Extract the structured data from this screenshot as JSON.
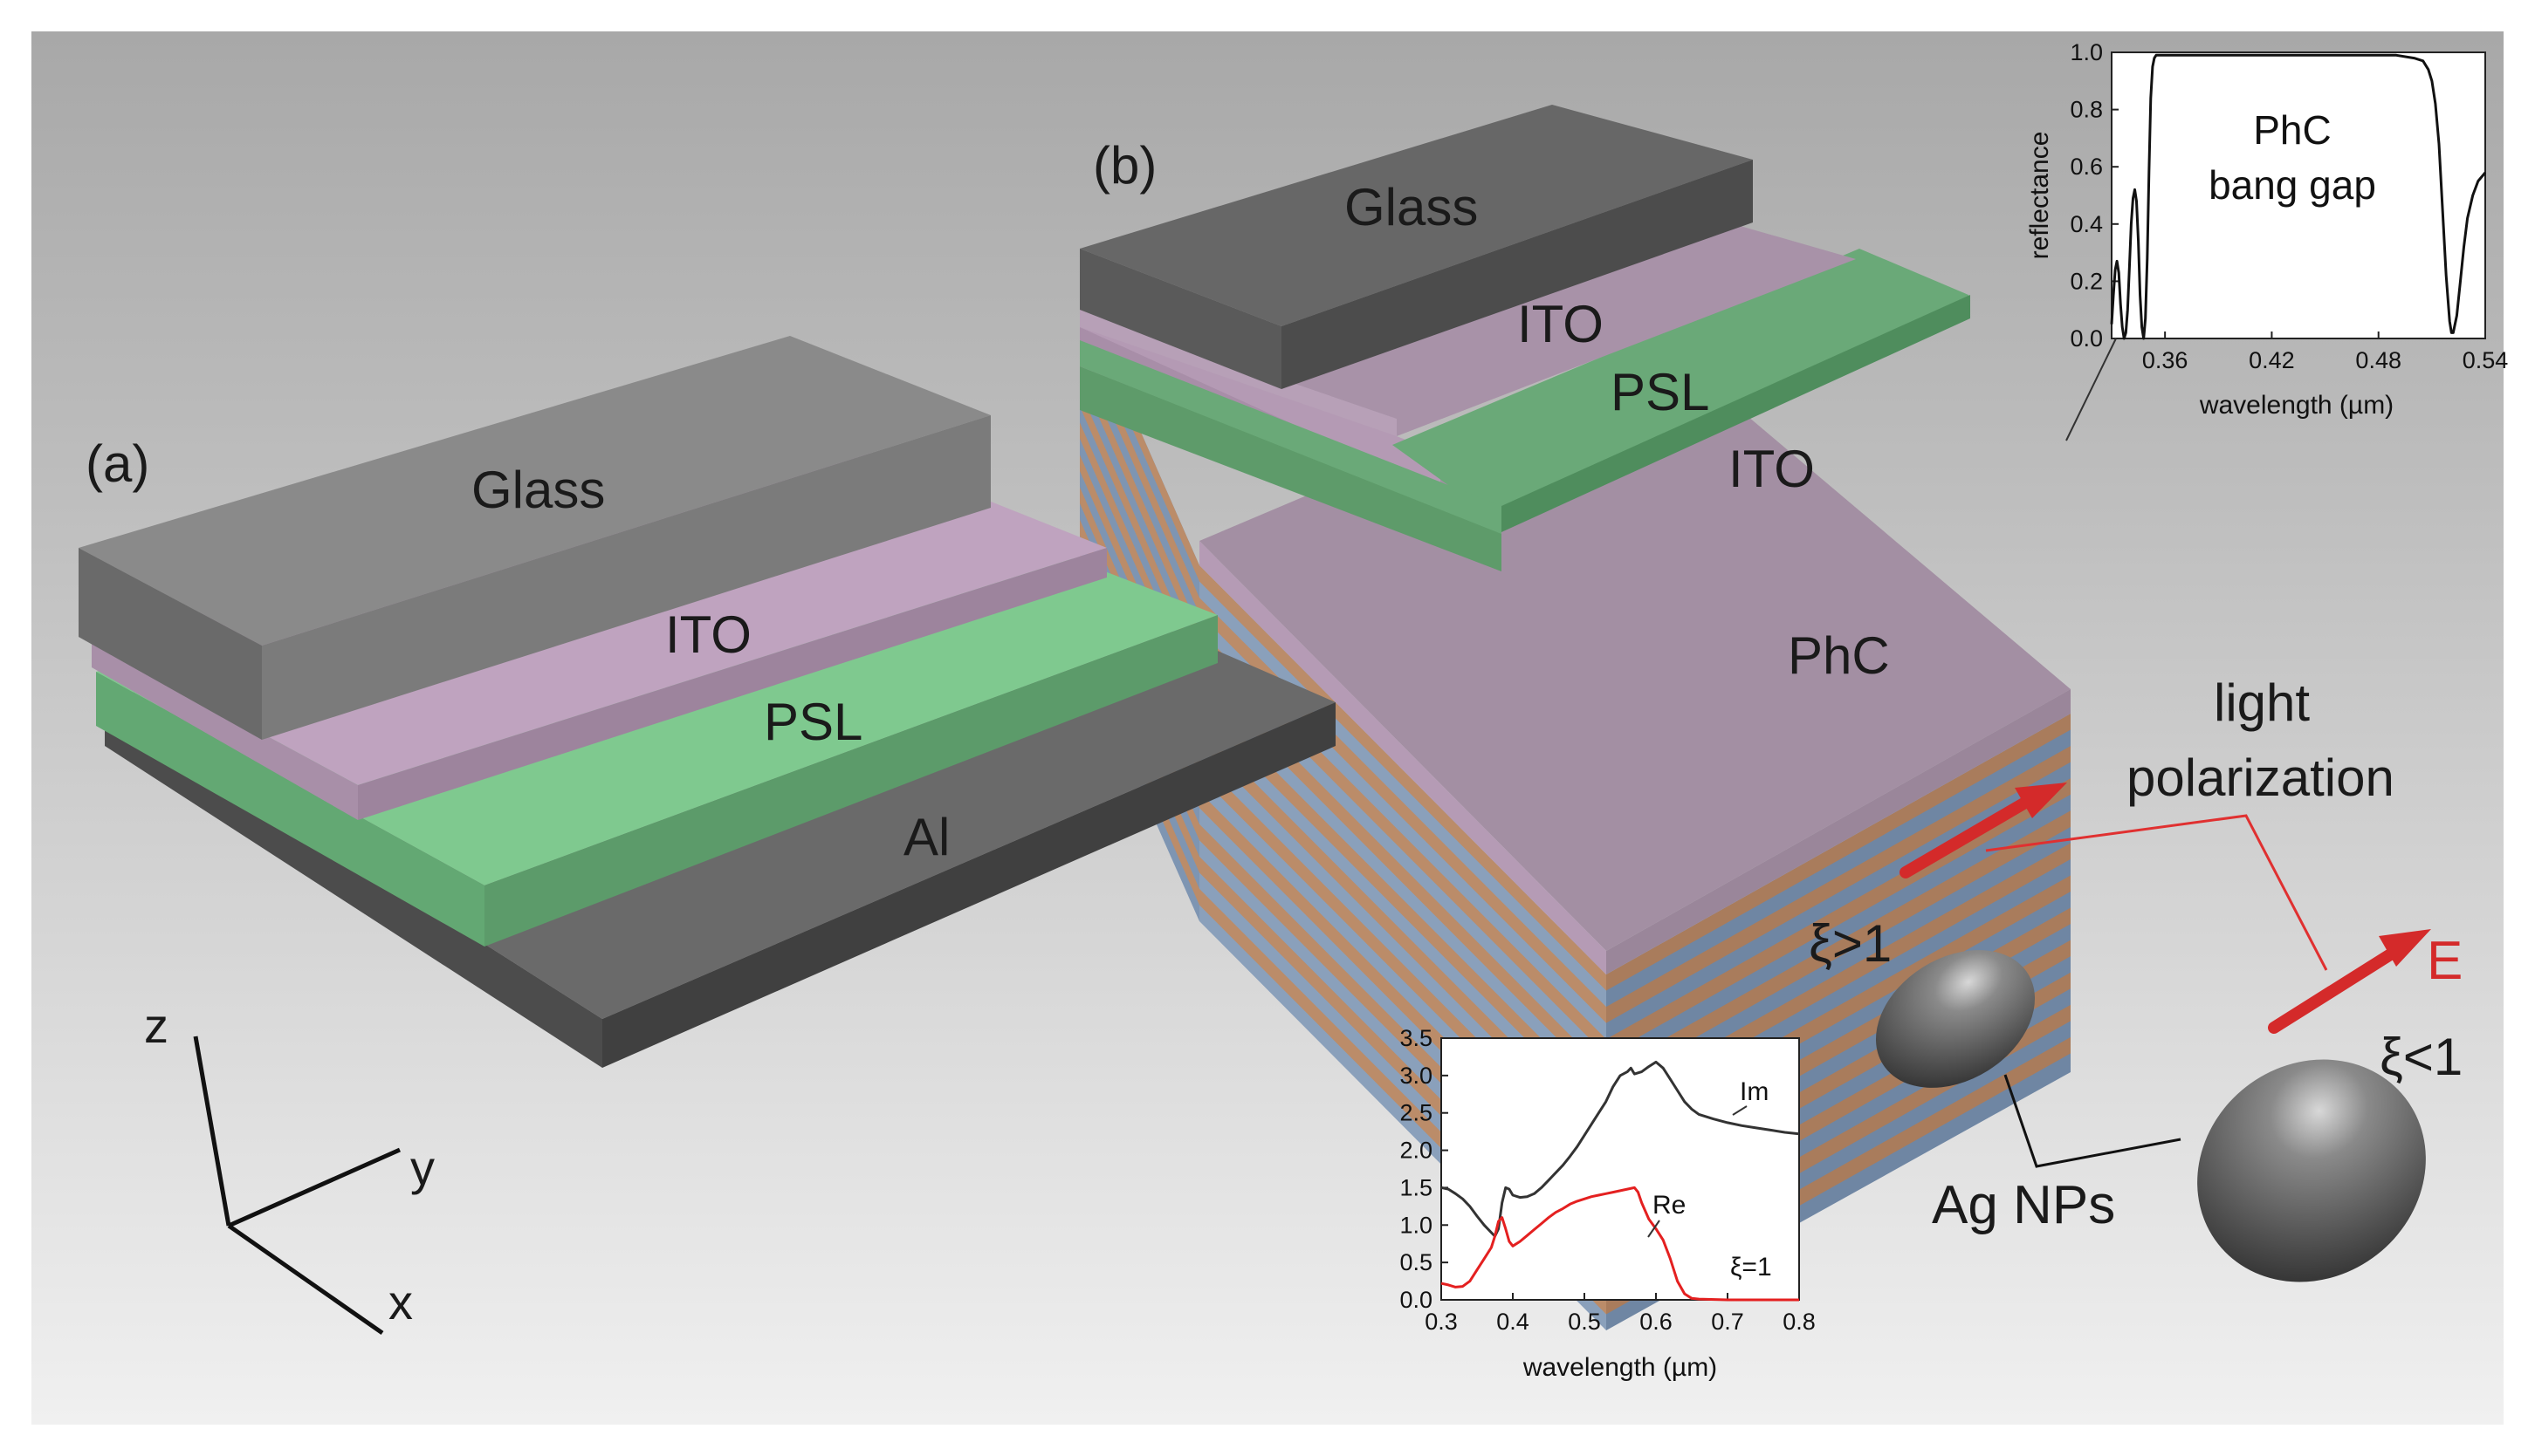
{
  "panels": {
    "a": "(a)",
    "b": "(b)"
  },
  "stack_a": {
    "glass": "Glass",
    "ito": "ITO",
    "psl": "PSL",
    "al": "Al"
  },
  "stack_b": {
    "glass": "Glass",
    "ito_top": "ITO",
    "psl": "PSL",
    "ito_bottom": "ITO",
    "phc": "PhC"
  },
  "axes_triad": {
    "z": "z",
    "y": "y",
    "x": "x"
  },
  "polarization": {
    "line1": "light",
    "line2": "polarization",
    "field": "E"
  },
  "particles": {
    "prolate": "ξ>1",
    "oblate": "ξ<1",
    "label": "Ag NPs"
  },
  "colors": {
    "glass": "#7a7a7a",
    "ito": "#c3a6c3",
    "psl": "#74c586",
    "al": "#626262",
    "phc_blue": "#7e95b2",
    "phc_orange": "#bb8c69",
    "arrow": "#e03030",
    "re_curve": "#e42020",
    "im_curve": "#333333"
  },
  "chart_data": [
    {
      "type": "line",
      "title": "",
      "annotation": "PhC\nbang gap",
      "annotation_lines": [
        "PhC",
        "bang gap"
      ],
      "xlabel": "wavelength (µm)",
      "ylabel": "reflectance",
      "xlim": [
        0.33,
        0.54
      ],
      "ylim": [
        0.0,
        1.0
      ],
      "xticks": [
        "0.36",
        "0.42",
        "0.48",
        "0.54"
      ],
      "yticks": [
        "0.0",
        "0.2",
        "0.4",
        "0.6",
        "0.8",
        "1.0"
      ],
      "series": [
        {
          "x": [
            0.33,
            0.331,
            0.332,
            0.333,
            0.334,
            0.335,
            0.336,
            0.337,
            0.338,
            0.339,
            0.34,
            0.341,
            0.342,
            0.343,
            0.344,
            0.345,
            0.346,
            0.347,
            0.348,
            0.349,
            0.35,
            0.351,
            0.352,
            0.353,
            0.354,
            0.355,
            0.356,
            0.358,
            0.36,
            0.365,
            0.38,
            0.42,
            0.46,
            0.49,
            0.5,
            0.505,
            0.508,
            0.51,
            0.512,
            0.514,
            0.516,
            0.518,
            0.52,
            0.521,
            0.522,
            0.524,
            0.526,
            0.528,
            0.53,
            0.533,
            0.536,
            0.54
          ],
          "y": [
            0.05,
            0.15,
            0.24,
            0.27,
            0.23,
            0.12,
            0.04,
            0.0,
            0.02,
            0.1,
            0.25,
            0.4,
            0.49,
            0.52,
            0.48,
            0.34,
            0.15,
            0.04,
            0.0,
            0.07,
            0.28,
            0.58,
            0.84,
            0.95,
            0.98,
            0.99,
            0.99,
            0.99,
            0.99,
            0.99,
            0.99,
            0.99,
            0.99,
            0.99,
            0.98,
            0.97,
            0.94,
            0.9,
            0.82,
            0.68,
            0.45,
            0.22,
            0.06,
            0.02,
            0.02,
            0.08,
            0.2,
            0.32,
            0.42,
            0.5,
            0.55,
            0.58
          ]
        }
      ]
    },
    {
      "type": "line",
      "title": "",
      "annotation": "ξ=1",
      "xlabel": "wavelength (µm)",
      "ylabel": "",
      "xlim": [
        0.3,
        0.8
      ],
      "ylim": [
        0.0,
        3.5
      ],
      "xticks": [
        "0.3",
        "0.4",
        "0.5",
        "0.6",
        "0.7",
        "0.8"
      ],
      "yticks": [
        "0.0",
        "0.5",
        "1.0",
        "1.5",
        "2.0",
        "2.5",
        "3.0",
        "3.5"
      ],
      "series": [
        {
          "name": "Im",
          "x": [
            0.3,
            0.31,
            0.32,
            0.33,
            0.34,
            0.35,
            0.36,
            0.37,
            0.375,
            0.38,
            0.385,
            0.39,
            0.395,
            0.4,
            0.41,
            0.42,
            0.43,
            0.44,
            0.45,
            0.46,
            0.47,
            0.48,
            0.49,
            0.5,
            0.51,
            0.52,
            0.53,
            0.54,
            0.55,
            0.56,
            0.565,
            0.57,
            0.58,
            0.59,
            0.6,
            0.61,
            0.62,
            0.63,
            0.64,
            0.65,
            0.66,
            0.68,
            0.7,
            0.72,
            0.74,
            0.76,
            0.78,
            0.8
          ],
          "y": [
            1.5,
            1.48,
            1.42,
            1.35,
            1.25,
            1.12,
            1.0,
            0.9,
            0.85,
            0.95,
            1.3,
            1.5,
            1.48,
            1.4,
            1.37,
            1.38,
            1.42,
            1.5,
            1.6,
            1.7,
            1.8,
            1.92,
            2.05,
            2.2,
            2.35,
            2.5,
            2.65,
            2.85,
            3.0,
            3.05,
            3.1,
            3.02,
            3.05,
            3.12,
            3.18,
            3.1,
            2.95,
            2.8,
            2.65,
            2.55,
            2.48,
            2.42,
            2.37,
            2.33,
            2.3,
            2.27,
            2.24,
            2.22
          ]
        },
        {
          "name": "Re",
          "x": [
            0.3,
            0.31,
            0.32,
            0.33,
            0.34,
            0.35,
            0.36,
            0.37,
            0.375,
            0.38,
            0.385,
            0.39,
            0.395,
            0.4,
            0.41,
            0.42,
            0.43,
            0.44,
            0.45,
            0.46,
            0.47,
            0.48,
            0.49,
            0.5,
            0.51,
            0.52,
            0.53,
            0.54,
            0.55,
            0.56,
            0.57,
            0.575,
            0.58,
            0.59,
            0.6,
            0.61,
            0.62,
            0.63,
            0.64,
            0.65,
            0.66,
            0.7,
            0.75,
            0.8
          ],
          "y": [
            0.22,
            0.2,
            0.17,
            0.18,
            0.25,
            0.4,
            0.55,
            0.7,
            0.85,
            1.05,
            1.1,
            0.95,
            0.78,
            0.72,
            0.78,
            0.86,
            0.94,
            1.02,
            1.1,
            1.17,
            1.22,
            1.28,
            1.32,
            1.35,
            1.38,
            1.4,
            1.42,
            1.44,
            1.46,
            1.48,
            1.5,
            1.44,
            1.3,
            1.08,
            0.95,
            0.8,
            0.55,
            0.25,
            0.08,
            0.02,
            0.01,
            0.0,
            0.0,
            0.0
          ]
        }
      ]
    }
  ]
}
